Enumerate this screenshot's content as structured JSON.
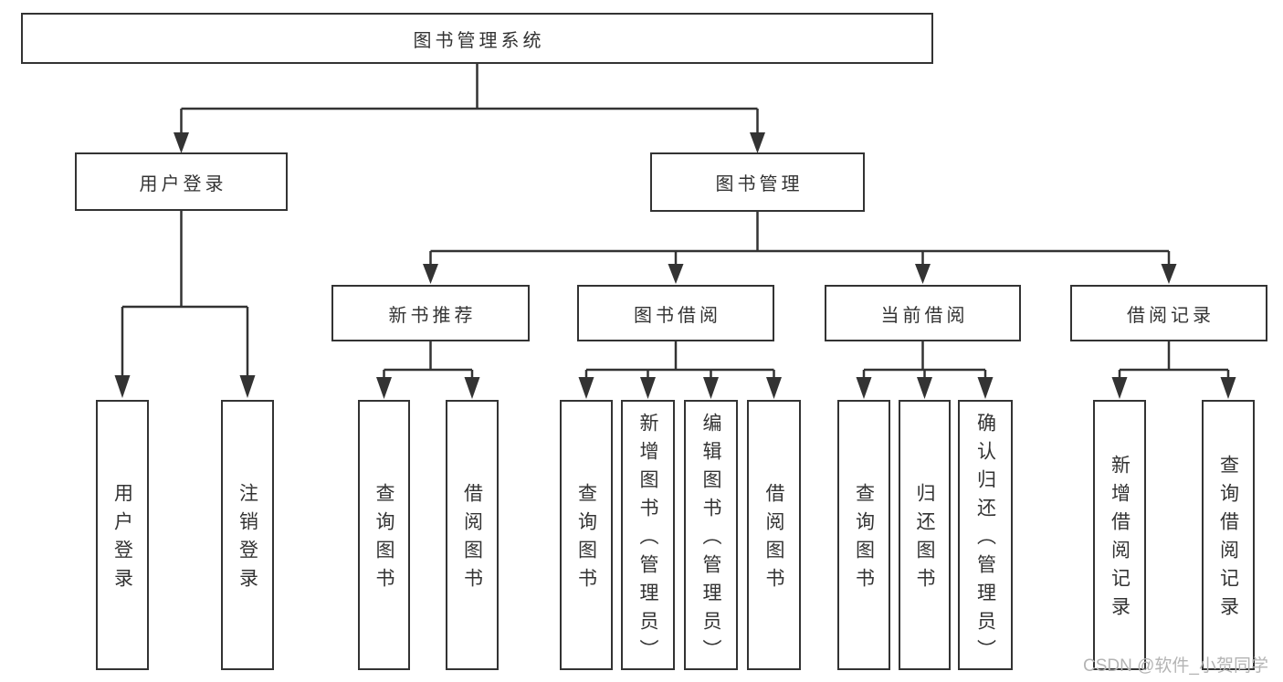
{
  "tree": {
    "root": "图书管理系统",
    "level2": [
      "用户登录",
      "图书管理"
    ],
    "level3": [
      "新书推荐",
      "图书借阅",
      "当前借阅",
      "借阅记录"
    ],
    "leaves_user": [
      "用户登录",
      "注销登录"
    ],
    "leaves_newbook": [
      "查询图书",
      "借阅图书"
    ],
    "leaves_borrow": [
      "查询图书",
      "新增图书（管理员）",
      "编辑图书（管理员）",
      "借阅图书"
    ],
    "leaves_current": [
      "查询图书",
      "归还图书",
      "确认归还（管理员）"
    ],
    "leaves_record": [
      "新增借阅记录",
      "查询借阅记录"
    ]
  },
  "watermark": "CSDN @软件_小贺同学",
  "colors": {
    "line": "#333333",
    "text": "#333333",
    "watermark": "#b4b4b4"
  }
}
